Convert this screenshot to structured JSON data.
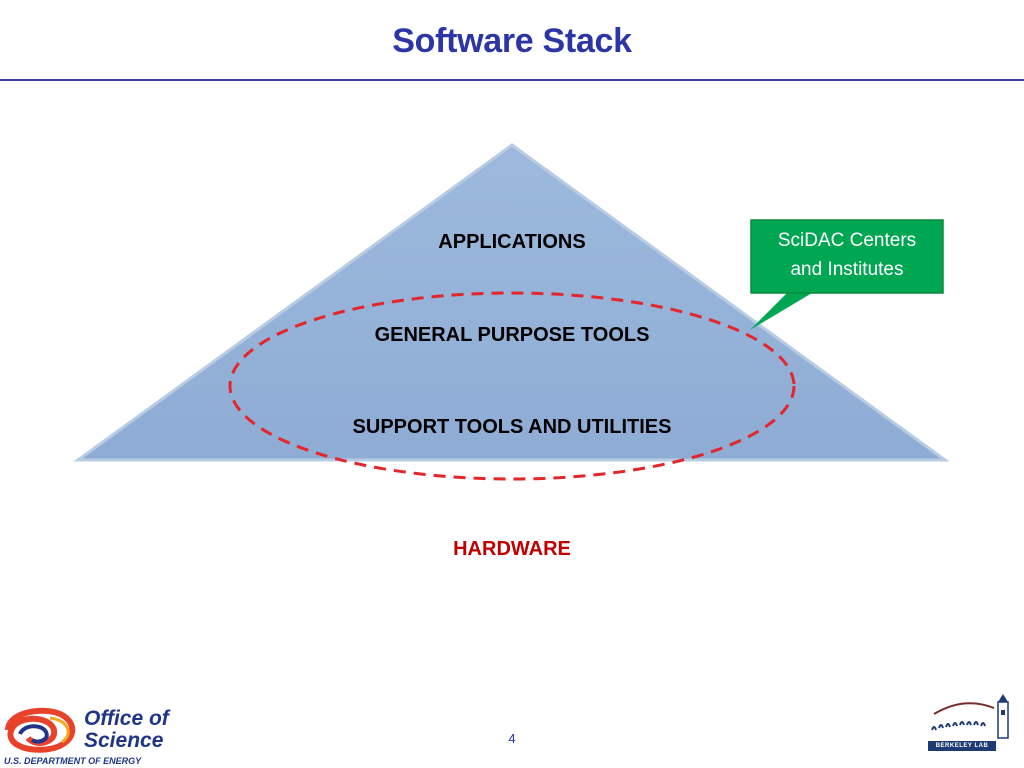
{
  "title": "Software Stack",
  "layers": {
    "applications": "APPLICATIONS",
    "general_purpose_tools": "GENERAL PURPOSE TOOLS",
    "support_tools": "SUPPORT TOOLS AND UTILITIES",
    "hardware": "HARDWARE"
  },
  "callout": {
    "line1": "SciDAC Centers",
    "line2": "and Institutes"
  },
  "page_number": "4",
  "logos": {
    "office_of_science_line1": "Office of",
    "office_of_science_line2": "Science",
    "doe": "U.S. DEPARTMENT OF ENERGY",
    "berkeley_lab": "BERKELEY LAB"
  },
  "colors": {
    "title": "#2b35a6",
    "triangle_fill": "#95b3d7",
    "callout_fill": "#00a651",
    "ellipse_stroke": "#e3262b",
    "hardware_text": "#c00000"
  }
}
